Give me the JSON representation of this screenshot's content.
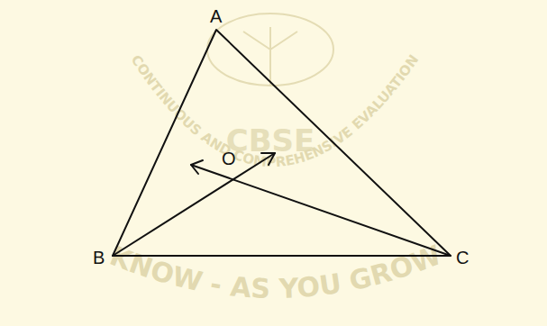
{
  "diagram": {
    "labels": [
      "A",
      "B",
      "C",
      "O",
      "CBSE",
      "CONTINUOUS AND COMPREHENSIVE EVALUATION",
      "KNOW - AS YOU GROW"
    ]
  }
}
